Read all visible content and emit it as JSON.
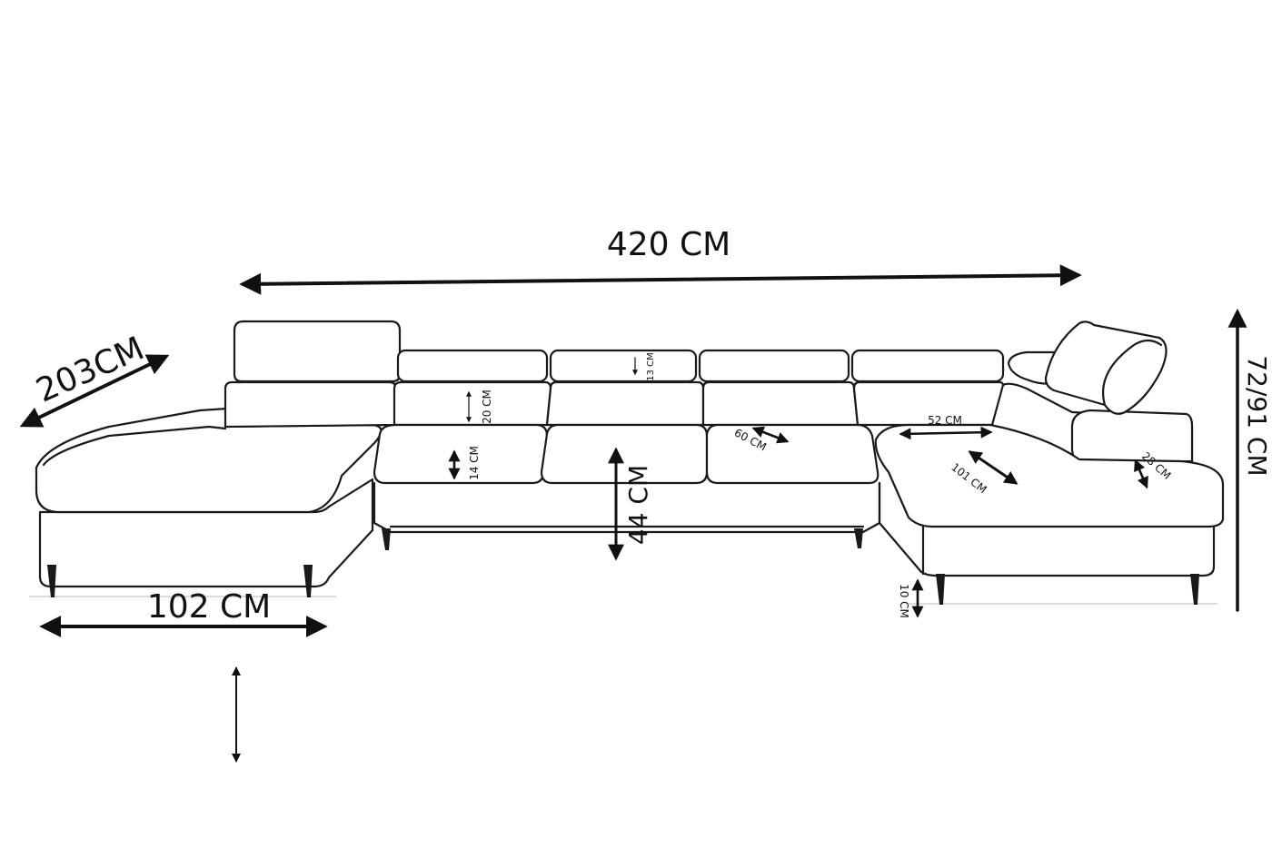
{
  "dimensions": {
    "total_width": "420 CM",
    "chaise_depth": "203CM",
    "chaise_width": "102 CM",
    "back_height": "72/91 CM",
    "seat_height": "44 CM",
    "cushion_height": "14 CM",
    "backrest_height": "20 CM",
    "headrest_height": "13 CM",
    "seat_depth": "60 CM",
    "corner_seat_width": "52 CM",
    "corner_seat_depth": "101 CM",
    "armrest_width": "28 CM",
    "leg_height": "10 CM"
  }
}
